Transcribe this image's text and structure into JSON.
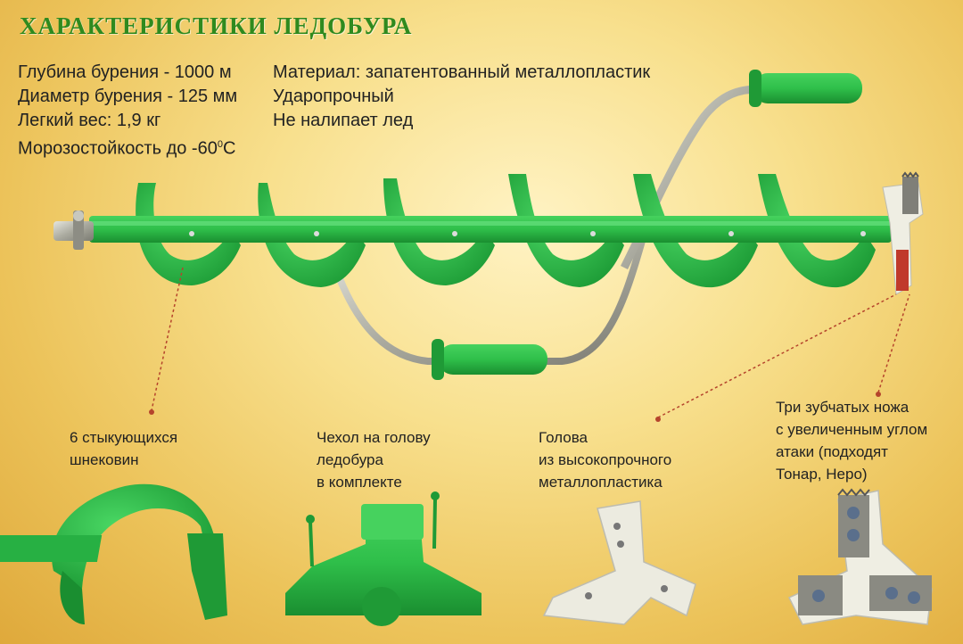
{
  "title": "ХАРАКТЕРИСТИКИ ЛЕДОБУРА",
  "specs_left": [
    "Глубина бурения - 1000 м",
    "Диаметр бурения - 125 мм",
    "Легкий вес: 1,9 кг",
    "Морозостойкость до -60"
  ],
  "specs_left_suffix": {
    "degree": "0",
    "unit": "С"
  },
  "specs_right": [
    "Материал: запатентованный металлопластик",
    "Ударопрочный",
    "Не налипает лед"
  ],
  "captions": {
    "auger": [
      "6 стыкующихся",
      "шнековин"
    ],
    "cover": [
      "Чехол на голову",
      "ледобура",
      "в комплекте"
    ],
    "head": [
      "Голова",
      "из высокопрочного",
      "металлопластика"
    ],
    "knives": [
      "Три зубчатых ножа",
      "с увеличенным углом",
      "атаки (подходят",
      "Тонар, Неро)"
    ]
  },
  "colors": {
    "title": "#2f8a1e",
    "plastic_green": "#2fbf4a",
    "plastic_dark": "#1f9a36",
    "steel": "#b9b9b0",
    "callout_line": "#b5442c"
  }
}
